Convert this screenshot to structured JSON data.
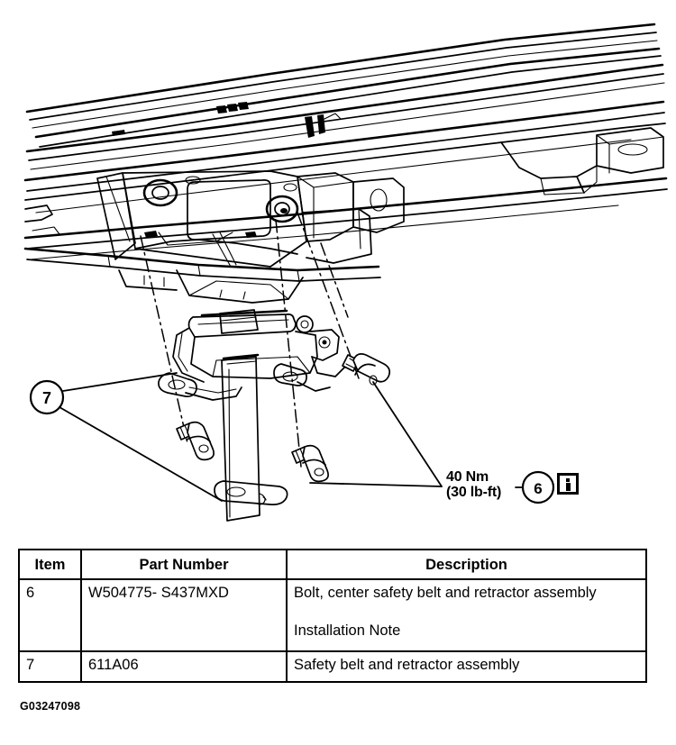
{
  "figure": {
    "id_label": "G03247098",
    "type": "automotive-service-exploded-view",
    "subject": "Center safety belt and retractor assembly mounting"
  },
  "callouts": [
    {
      "ref": "7",
      "name": "callout-7",
      "shape": "circle",
      "points_to": "Safety belt and retractor assembly"
    },
    {
      "ref": "6",
      "name": "callout-6",
      "shape": "circle",
      "points_to": "Bolt, center safety belt and retractor assembly"
    }
  ],
  "torque_spec": {
    "metric": "40 Nm",
    "imperial": "(30 lb-ft)",
    "callout_ref": "6",
    "info_icon": "information-icon"
  },
  "table": {
    "headers": [
      "Item",
      "Part Number",
      "Description"
    ],
    "rows": [
      {
        "item": "6",
        "part_number": "W504775- S437MXD",
        "description": "Bolt, center safety belt and retractor assembly",
        "note": "Installation Note"
      },
      {
        "item": "7",
        "part_number": "611A06",
        "description": "Safety belt and retractor assembly",
        "note": ""
      }
    ]
  },
  "colors": {
    "line": "#000000",
    "background": "#ffffff"
  }
}
